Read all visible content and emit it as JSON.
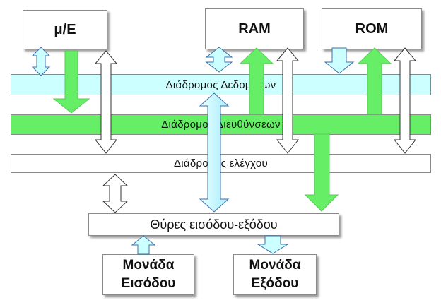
{
  "components": {
    "io": "μ/Ε",
    "ram": "RAM",
    "rom": "ROM",
    "ports": "Θύρες εισόδου-εξόδου",
    "input_unit": "Μονάδα Εισόδου",
    "output_unit": "Μονάδα Εξόδου"
  },
  "buses": {
    "data": "Διάδρομος Δεδομένων",
    "address": "Διάδρομος Διευθύνσεων",
    "control": "Διάδρομος ελέγχου"
  },
  "colors": {
    "data_bus": "#ccffff",
    "address_bus": "#66ee66",
    "control_bus": "#ffffff",
    "data_arrow": "#ccffff",
    "address_arrow": "#66ee66",
    "control_arrow": "#ffffff"
  }
}
